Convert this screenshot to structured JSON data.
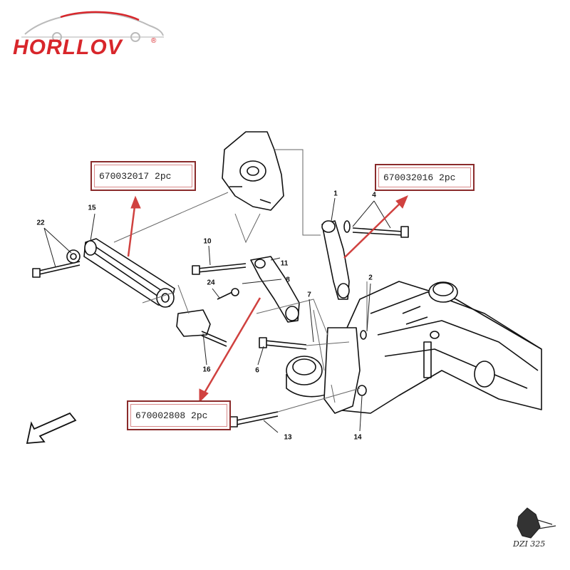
{
  "brand": {
    "name": "HORLLOV",
    "registered": "®",
    "color": "#d8262b"
  },
  "callouts": [
    {
      "id": "a",
      "text": "670032017  2pc"
    },
    {
      "id": "b",
      "text": "670032016  2pc"
    },
    {
      "id": "c",
      "text": "670002808 2pc"
    }
  ],
  "part_labels": [
    "1",
    "2",
    "4",
    "6",
    "7",
    "8",
    "10",
    "11",
    "13",
    "14",
    "15",
    "16",
    "22",
    "24"
  ],
  "signature": "DZI 325",
  "colors": {
    "callout_border": "#8a2b2b",
    "arrow": "#d0413f",
    "line": "#111111"
  },
  "icons": [
    "car-outline-logo-icon",
    "direction-arrow-icon",
    "signature-mark-icon"
  ]
}
